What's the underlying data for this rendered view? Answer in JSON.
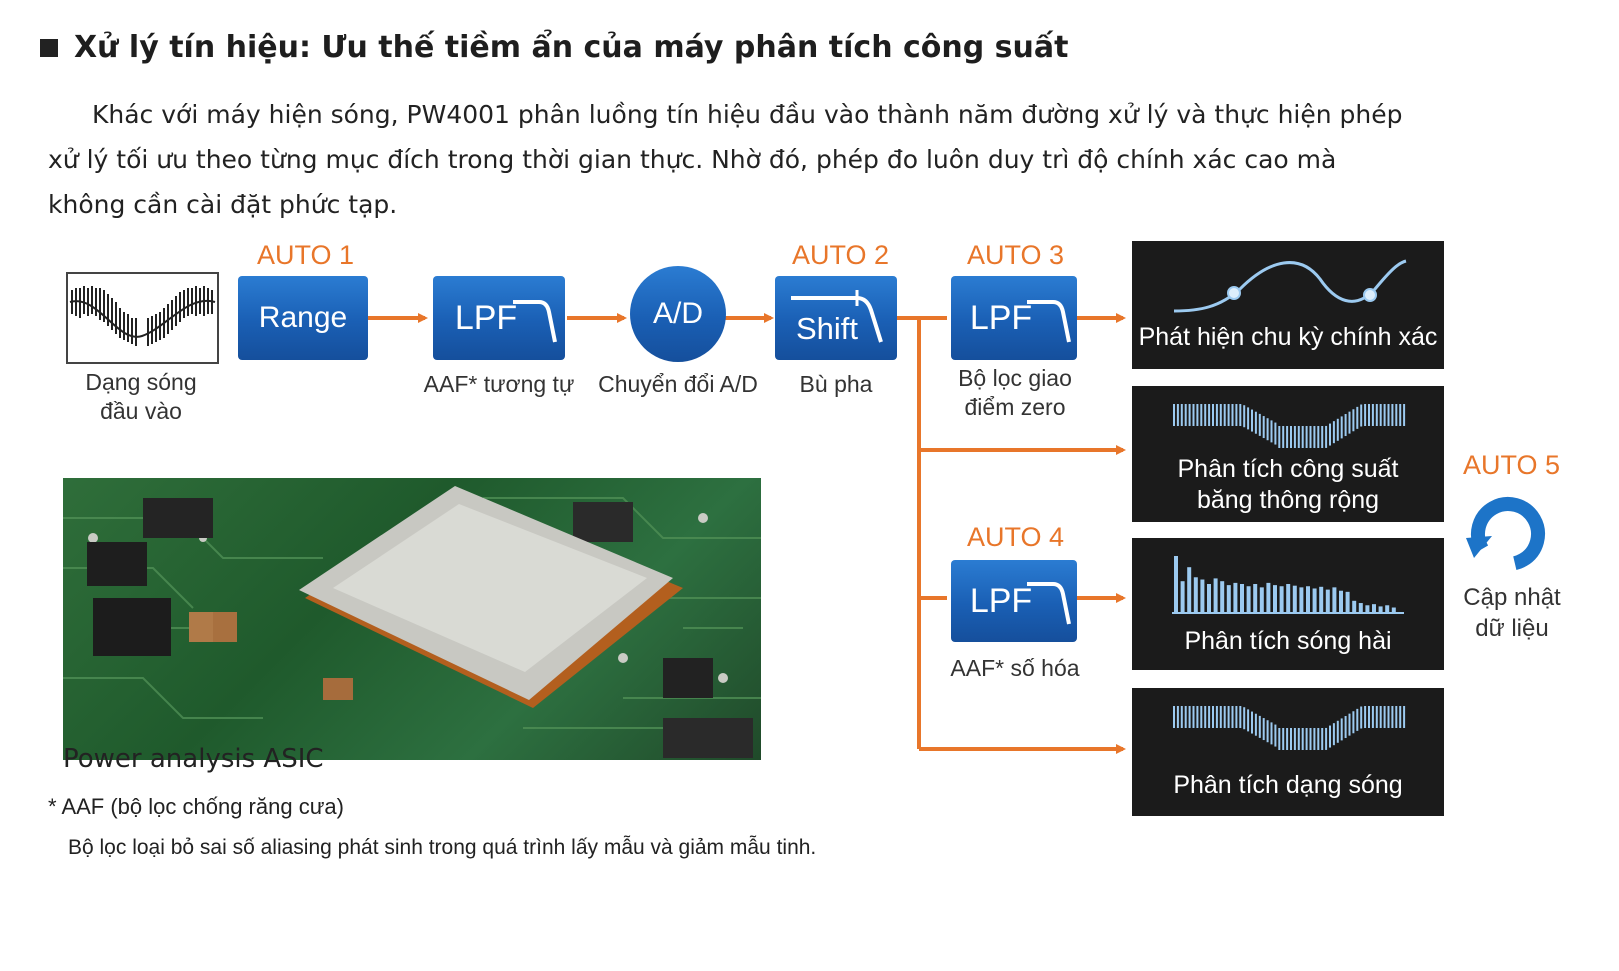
{
  "heading": "Xử lý tín hiệu: Ưu thế tiềm ẩn của máy phân tích công suất",
  "intro": "Khác với máy hiện sóng, PW4001 phân luồng tín hiệu đầu vào thành năm đường xử lý và thực hiện phép xử lý tối ưu theo từng mục đích trong thời gian thực. Nhờ đó, phép đo luôn duy trì độ chính xác cao mà không cần cài đặt phức tạp.",
  "colors": {
    "accent_orange": "#e8762a",
    "block_blue": "#1a5fb4",
    "panel_black": "#1b1b1b",
    "wave_blue": "#9ccaf0"
  },
  "input": {
    "caption_line1": "Dạng sóng",
    "caption_line2": "đầu vào"
  },
  "stages": {
    "range": {
      "auto": "AUTO 1",
      "label": "Range"
    },
    "lpf1": {
      "label": "LPF",
      "caption": "AAF* tương tự"
    },
    "ad": {
      "label": "A/D",
      "caption": "Chuyển đổi A/D"
    },
    "shift": {
      "auto": "AUTO 2",
      "label": "Shift",
      "caption": "Bù pha"
    },
    "lpf3": {
      "auto": "AUTO 3",
      "label": "LPF",
      "caption_line1": "Bộ lọc giao",
      "caption_line2": "điểm zero"
    },
    "lpf4": {
      "auto": "AUTO 4",
      "label": "LPF",
      "caption": "AAF* số hóa"
    }
  },
  "outputs": {
    "cycle": "Phát hiện chu kỳ chính xác",
    "power_line1": "Phân tích công suất",
    "power_line2": "băng thông rộng",
    "harmonic": "Phân tích sóng hài",
    "waveform": "Phân tích dạng sóng"
  },
  "auto5": {
    "auto": "AUTO 5",
    "caption_line1": "Cập nhật",
    "caption_line2": "dữ liệu",
    "icon": "refresh-icon"
  },
  "photo_caption": "Power analysis ASIC",
  "footnote_term": "* AAF (bộ lọc chống răng cưa)",
  "footnote_text": "Bộ lọc loại bỏ sai số aliasing phát sinh trong quá trình lấy mẫu và giảm mẫu tinh.",
  "harmonic_bars": [
    1.0,
    0.55,
    0.8,
    0.62,
    0.58,
    0.5,
    0.6,
    0.55,
    0.48,
    0.52,
    0.5,
    0.46,
    0.5,
    0.44,
    0.52,
    0.48,
    0.46,
    0.5,
    0.47,
    0.44,
    0.46,
    0.42,
    0.45,
    0.4,
    0.44,
    0.38,
    0.36,
    0.2,
    0.16,
    0.12,
    0.14,
    0.1,
    0.12,
    0.08
  ]
}
